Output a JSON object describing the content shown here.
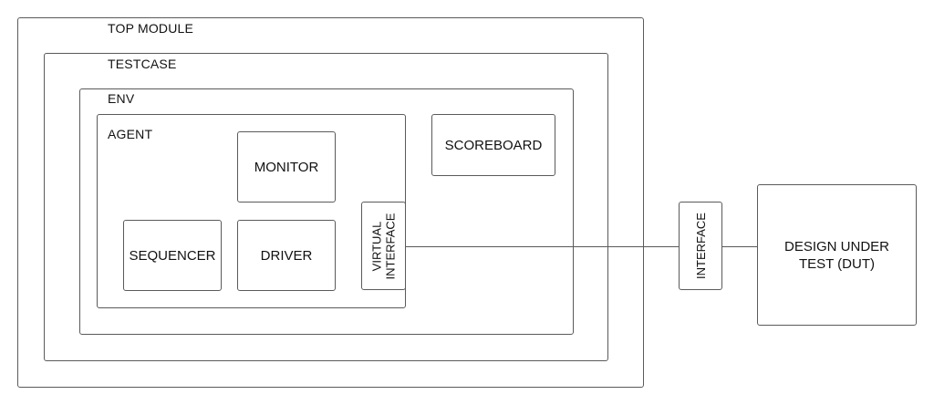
{
  "top_module": {
    "label": "TOP MODULE"
  },
  "testcase": {
    "label": "TESTCASE"
  },
  "env": {
    "label": "ENV"
  },
  "agent": {
    "label": "AGENT"
  },
  "components": {
    "monitor": "MONITOR",
    "sequencer": "SEQUENCER",
    "driver": "DRIVER",
    "scoreboard": "SCOREBOARD",
    "virtual_interface_line1": "VIRTUAL",
    "virtual_interface_line2": "INTERFACE",
    "interface": "INTERFACE",
    "dut_line1": "DESIGN UNDER",
    "dut_line2": "TEST (DUT)"
  }
}
